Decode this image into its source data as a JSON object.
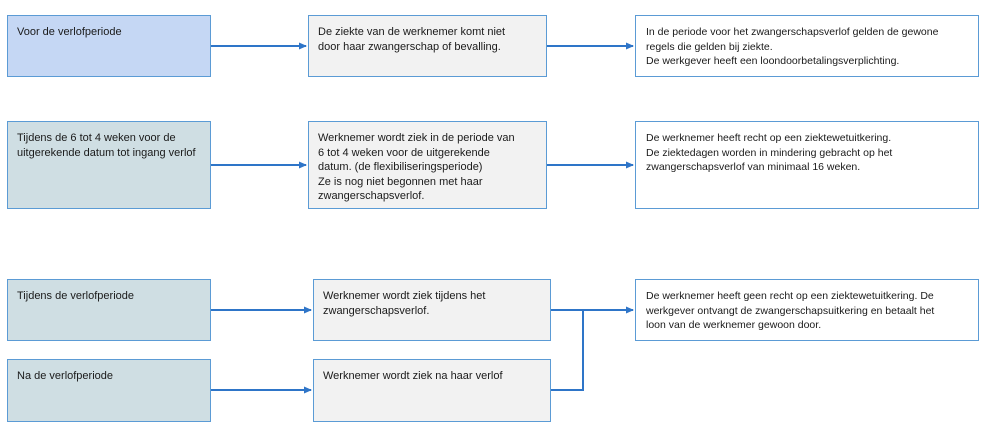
{
  "rows": [
    {
      "phase": "Voor de verlofperiode",
      "situation": "De ziekte van de werknemer komt niet\ndoor haar zwangerschap of bevalling.",
      "outcome": "In de periode voor het zwangerschapsverlof gelden de gewone\nregels die gelden bij ziekte.\nDe werkgever heeft een loondoorbetalingsverplichting."
    },
    {
      "phase": "Tijdens de 6 tot 4 weken voor de\nuitgerekende datum tot ingang verlof",
      "situation": "Werknemer wordt ziek in de periode van\n6 tot 4 weken voor de uitgerekende\ndatum.  (de flexibiliseringsperiode)\nZe is nog niet begonnen met haar\nzwangerschapsverlof.",
      "outcome": "De werknemer heeft recht op een ziektewetuitkering.\nDe ziektedagen worden in mindering gebracht op het\nzwangerschapsverlof van minimaal 16 weken."
    },
    {
      "phase": "Tijdens de verlofperiode",
      "situation": "Werknemer wordt ziek tijdens het\nzwangerschapsverlof.",
      "outcome": "De werknemer heeft geen recht op een ziektewetuitkering. De\nwerkgever ontvangt de zwangerschapsuitkering en betaalt het\nloon van de werknemer gewoon door."
    },
    {
      "phase": "Na de verlofperiode",
      "situation": "Werknemer wordt ziek na haar verlof"
    }
  ],
  "colors": {
    "phase_first": "#c5d7f4",
    "phase_other": "#cfdee3",
    "situation_fill": "#f2f2f2",
    "border": "#5b9bd5",
    "connector": "#2e75c8"
  }
}
